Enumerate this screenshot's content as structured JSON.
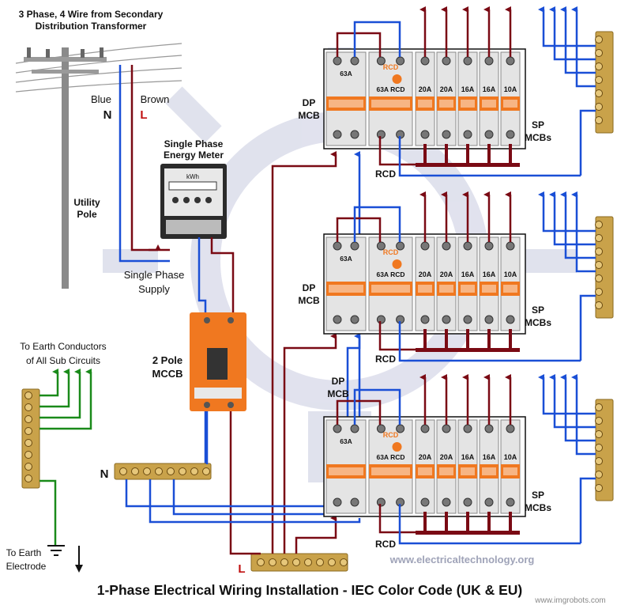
{
  "labels": {
    "transformer_l1": "3 Phase, 4 Wire from Secondary",
    "transformer_l2": "Distribution Transformer",
    "blue": "Blue",
    "brown": "Brown",
    "n": "N",
    "l": "L",
    "utility_l1": "Utility",
    "utility_l2": "Pole",
    "meter_l1": "Single Phase",
    "meter_l2": "Energy Meter",
    "kwh": "kWh",
    "supply_l1": "Single Phase",
    "supply_l2": "Supply",
    "mccb_l1": "2 Pole",
    "mccb_l2": "MCCB",
    "earth_cond_l1": "To Earth Conductors",
    "earth_cond_l2": "of All Sub Circuits",
    "earth_electrode_l1": "To Earth",
    "earth_electrode_l2": "Electrode",
    "dp": "DP",
    "mcb": "MCB",
    "sp": "SP",
    "mcbs": "MCBs",
    "rcd": "RCD",
    "website": "www.electricaltechnology.org",
    "watermark": "www.imgrobots.com",
    "title": "1-Phase Electrical Wiring Installation - IEC Color Code (UK & EU)"
  },
  "boards": [
    {
      "dp_rating": "63A",
      "rcd_badge": "RCD",
      "rcd_rating": "63A RCD",
      "mcb_ratings": [
        "20A",
        "20A",
        "16A",
        "16A",
        "10A"
      ]
    },
    {
      "dp_rating": "63A",
      "rcd_badge": "RCD",
      "rcd_rating": "63A RCD",
      "mcb_ratings": [
        "20A",
        "20A",
        "16A",
        "16A",
        "10A"
      ]
    },
    {
      "dp_rating": "63A",
      "rcd_badge": "RCD",
      "rcd_rating": "63A RCD",
      "mcb_ratings": [
        "20A",
        "20A",
        "16A",
        "16A",
        "10A"
      ]
    }
  ],
  "colors": {
    "live": "#7a0a14",
    "neutral": "#1a4fd6",
    "earth": "#1a8a1a",
    "orange": "#f07820",
    "brass": "#c9a24a",
    "watermark": "#c8cbe0"
  }
}
